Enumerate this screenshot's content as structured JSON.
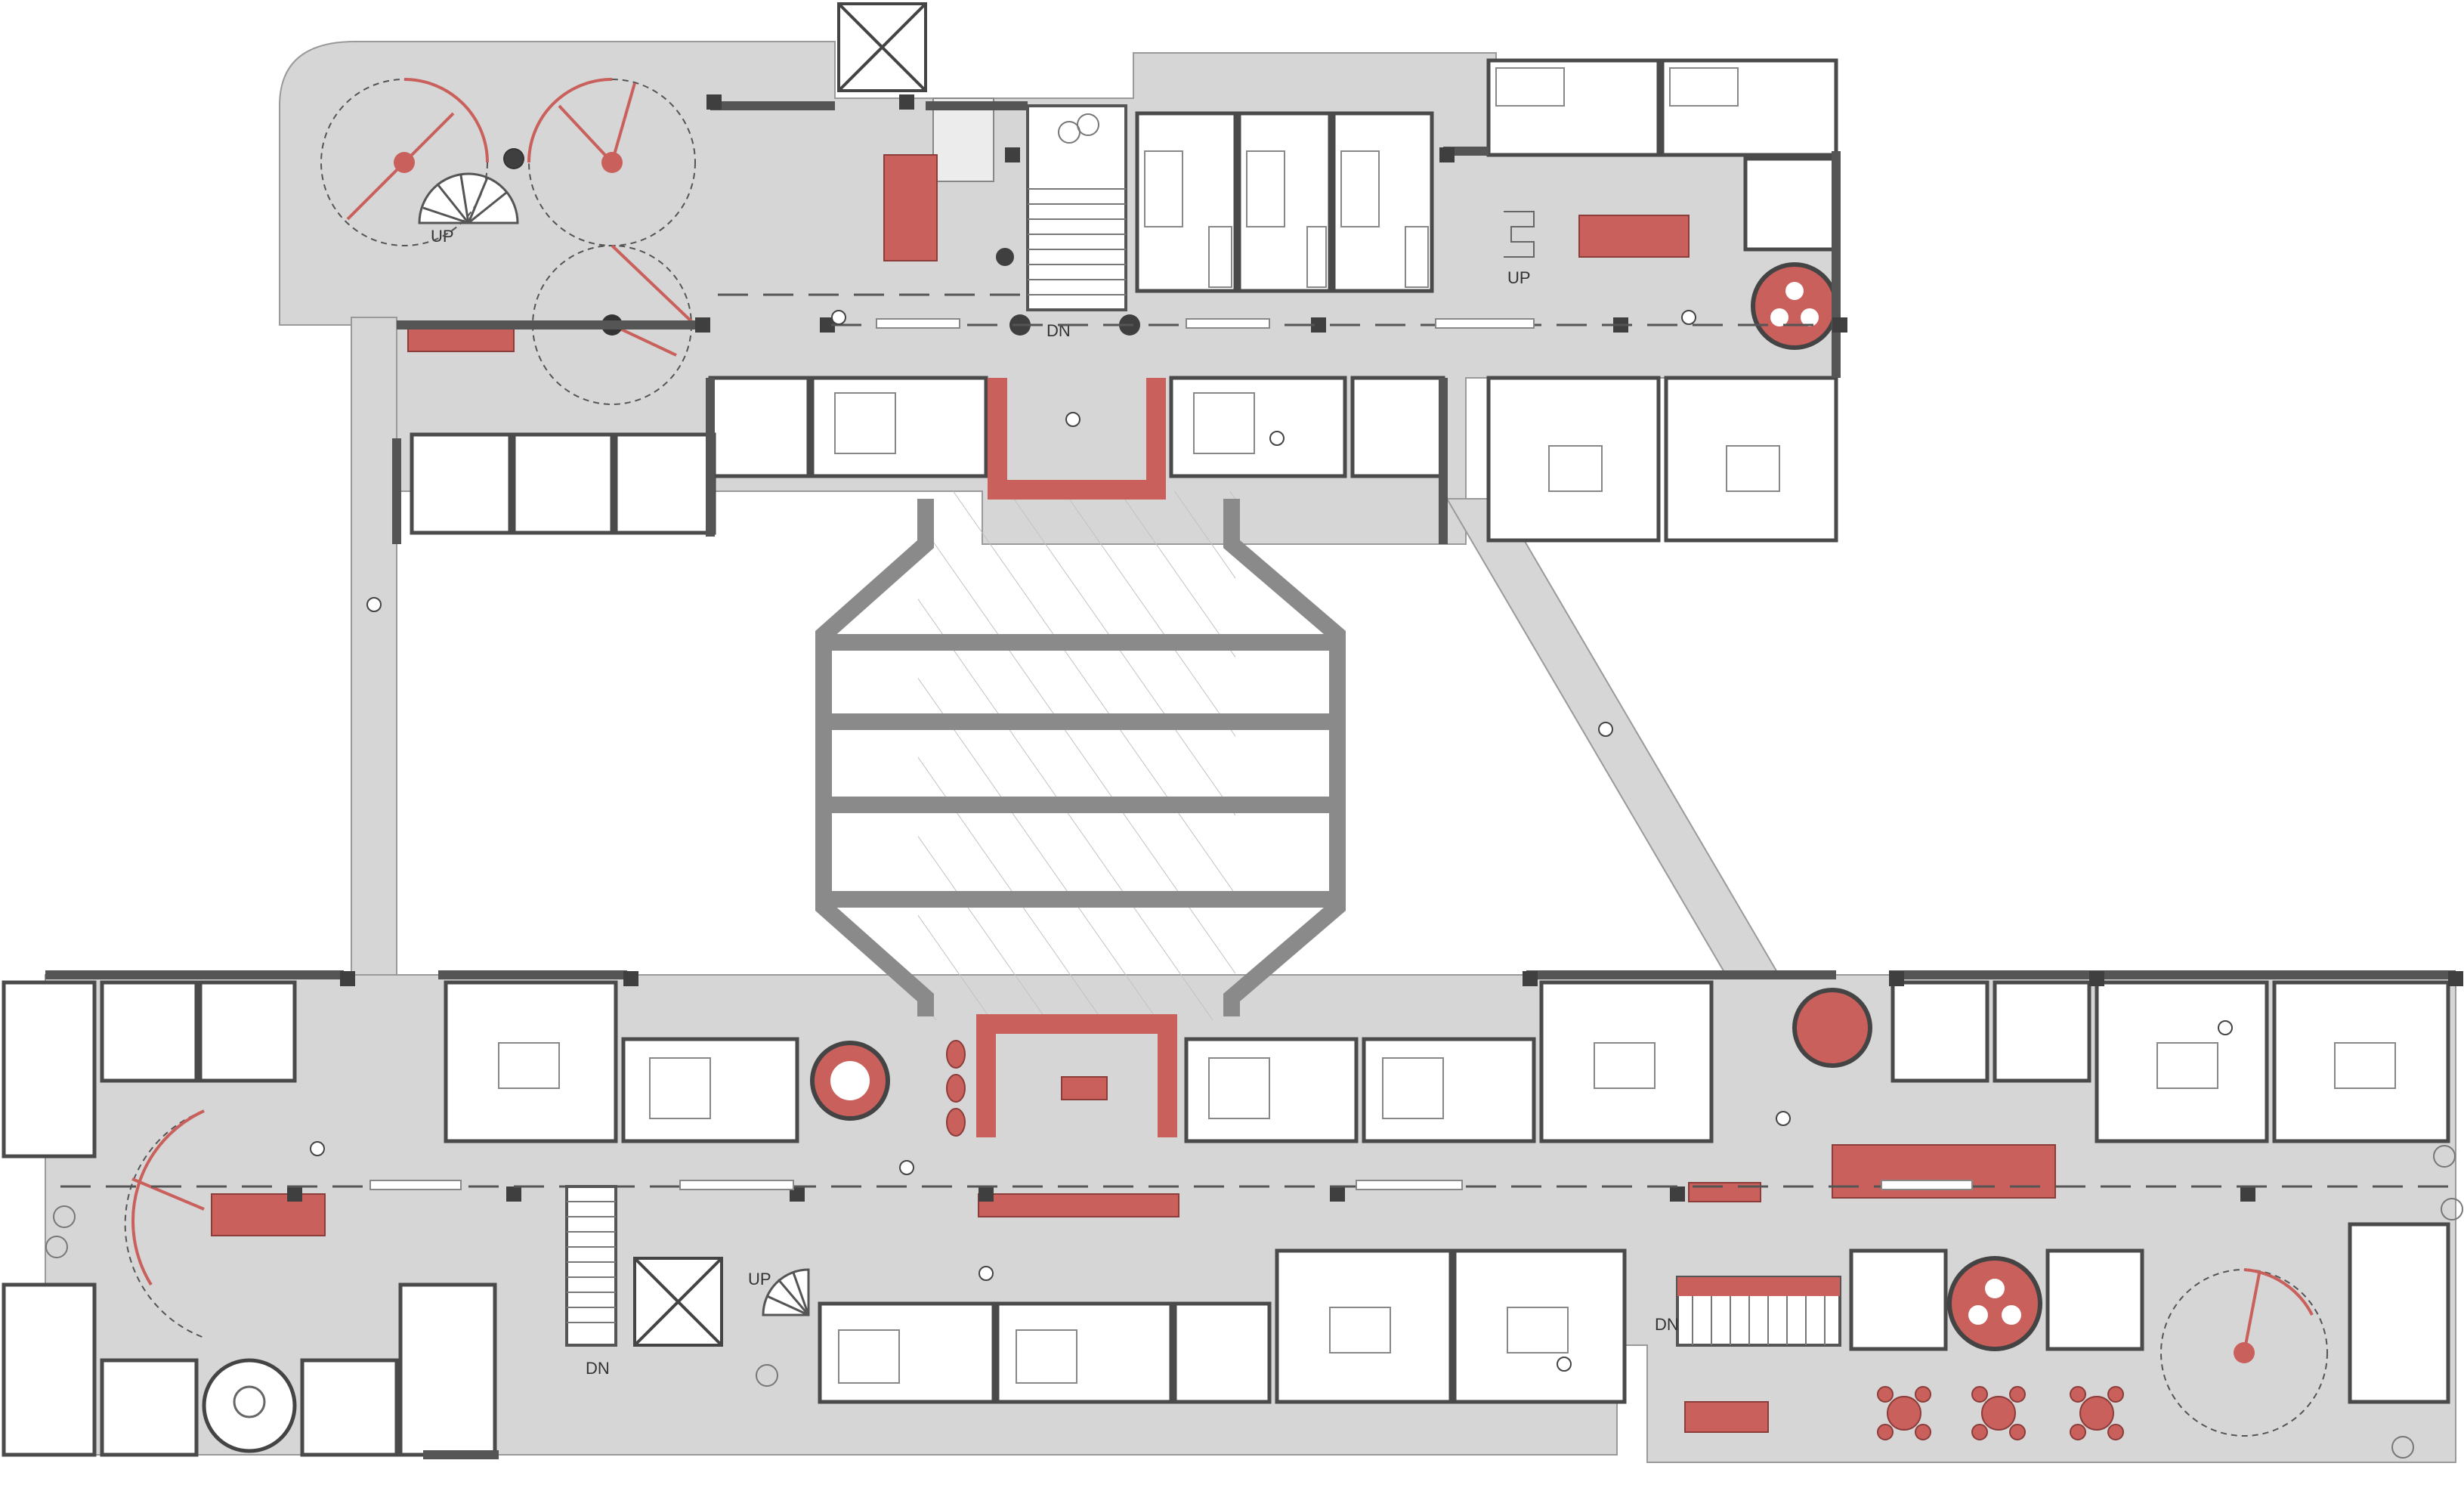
{
  "drawing": {
    "type": "architectural-floor-plan",
    "colors": {
      "floor": "#d6d6d6",
      "wall": "#555555",
      "column": "#3f3f3f",
      "room_fill": "#ffffff",
      "accent": "#c9605c",
      "void_hatch": "#b8b8b8",
      "line": "#333333"
    },
    "labels": {
      "stair_up_north": "UP",
      "stair_dn_north": "DN",
      "stair_up_northeast": "UP",
      "stair_dn_south": "DN",
      "stair_up_south": "UP",
      "stair_dn_southeast": "DN"
    },
    "spaces": {
      "central_void": "atrium-void",
      "elevator_shafts": 2,
      "bedroom_units_visible": 44,
      "shared_lounges_red_furniture": 12
    }
  }
}
